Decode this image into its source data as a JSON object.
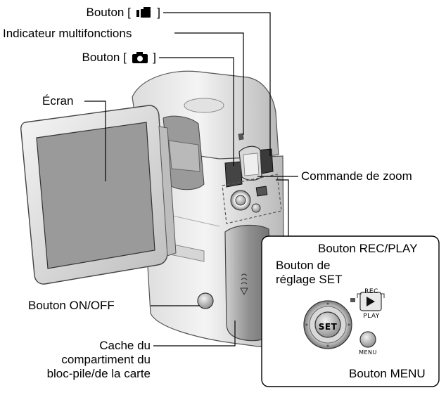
{
  "labels": {
    "bouton_video": "Bouton [ ",
    "bouton_video_close": " ]",
    "indicateur": "Indicateur multifonctions",
    "bouton_photo": "Bouton [ ",
    "bouton_photo_close": " ]",
    "ecran": "Écran",
    "zoom": "Commande de zoom",
    "onoff": "Bouton ON/OFF",
    "cache_line1": "Cache du",
    "cache_line2": "compartiment du",
    "cache_line3": "bloc-pile/de la carte",
    "rec_play": "Bouton REC/PLAY",
    "set_line1": "Bouton de",
    "set_line2": "réglage SET",
    "menu_btn": "Bouton MENU"
  },
  "button_marks": {
    "set": "SET",
    "rec": "REC",
    "play": "PLAY",
    "menu": "MENU"
  },
  "icons": {
    "video": "video-camera-icon",
    "photo": "still-camera-icon",
    "play": "play-triangle-icon"
  },
  "colors": {
    "screen": "#9a9a9a",
    "body_light": "#ececec",
    "body_mid": "#c8c8c8",
    "body_dark": "#8c8c8c",
    "line": "#000000"
  }
}
